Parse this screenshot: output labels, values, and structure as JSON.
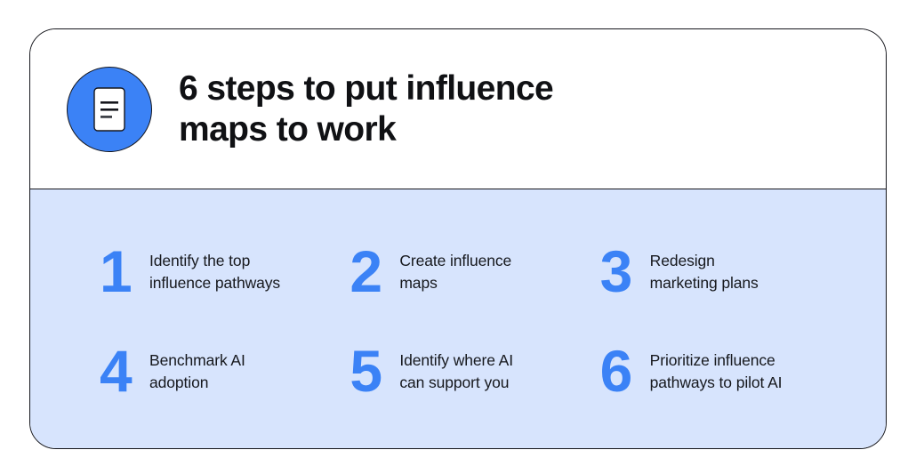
{
  "card": {
    "header": {
      "icon_name": "document-icon",
      "icon_bg_color": "#3b82f6",
      "title_line1": "6 steps to put influence",
      "title_line2": "maps to work",
      "title_full": "6 steps to put influence maps to work"
    },
    "body": {
      "background_color": "#d7e4fd",
      "number_color": "#3b82f6",
      "text_color": "#16181d",
      "steps": [
        {
          "number": "1",
          "line1": "Identify the top",
          "line2": "influence pathways"
        },
        {
          "number": "2",
          "line1": "Create influence",
          "line2": "maps"
        },
        {
          "number": "3",
          "line1": "Redesign",
          "line2": "marketing plans"
        },
        {
          "number": "4",
          "line1": "Benchmark AI",
          "line2": "adoption"
        },
        {
          "number": "5",
          "line1": "Identify where AI",
          "line2": "can support you"
        },
        {
          "number": "6",
          "line1": "Prioritize influence",
          "line2": "pathways to pilot AI"
        }
      ]
    }
  }
}
